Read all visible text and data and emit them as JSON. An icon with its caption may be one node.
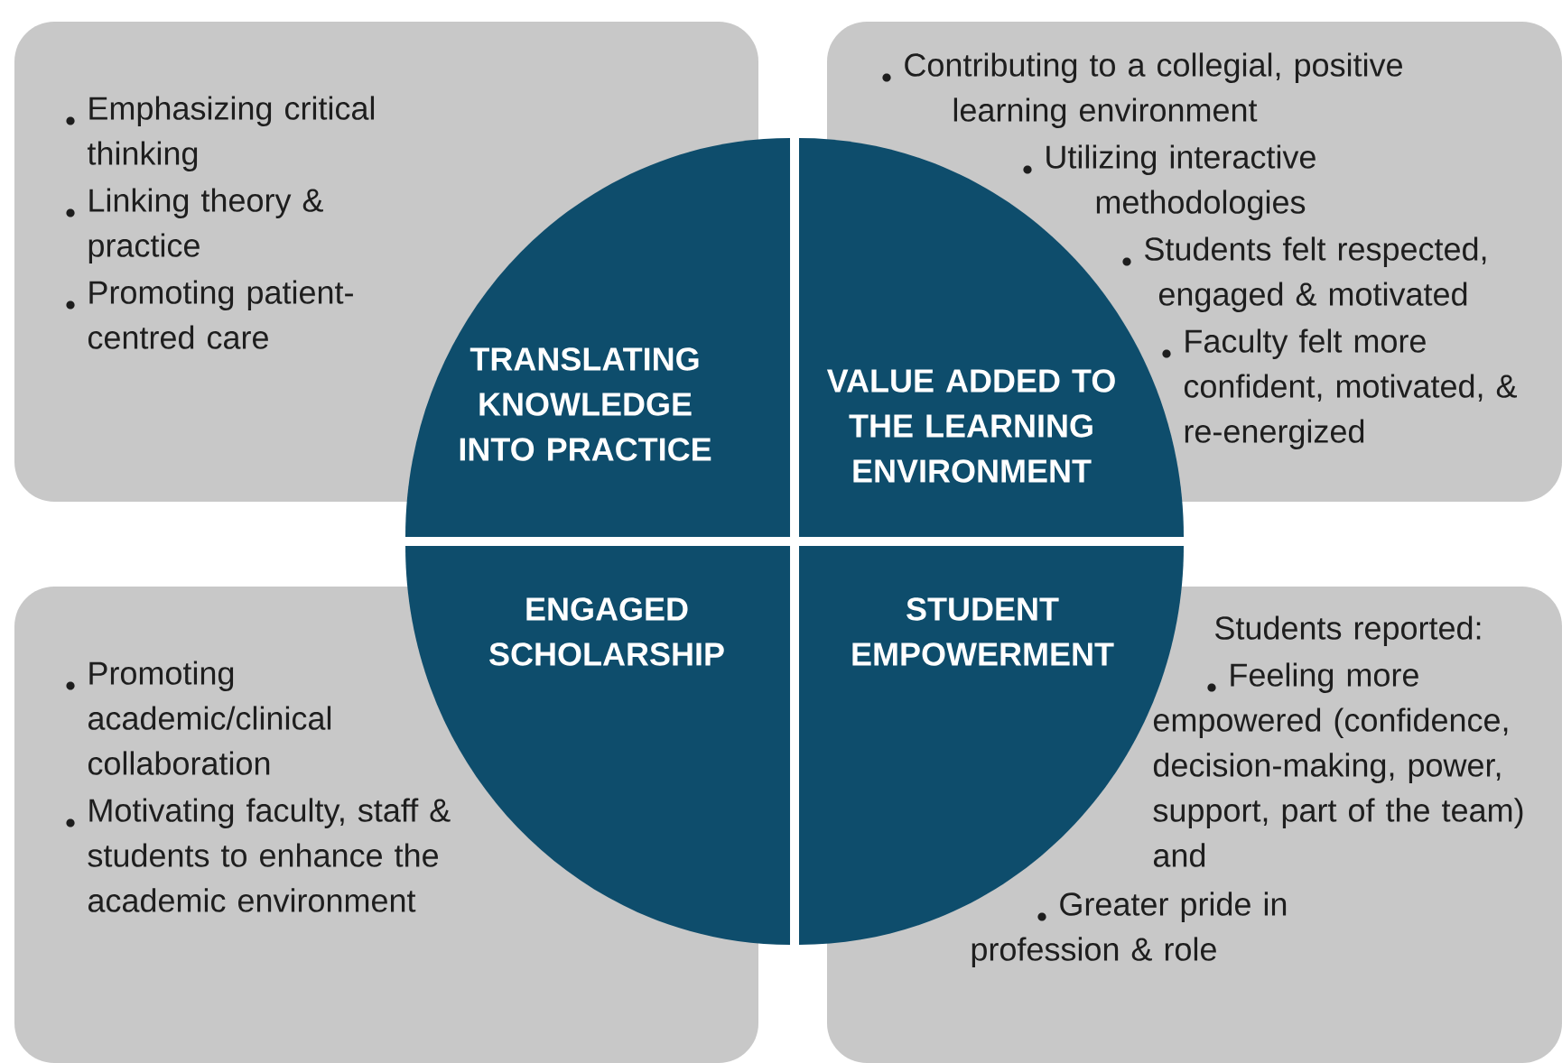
{
  "diagram": {
    "nodes": [
      {
        "text": [
          "Emphasizing critical thinking",
          "Linking theory & practice",
          "Promoting patient-centred care"
        ]
      },
      {
        "text": [
          "Contributing to a collegial, positive learning environment",
          "Utilizing interactive methodologies",
          "Students felt respected, engaged & motivated",
          "Faculty felt more confident, motivated, & re-energized"
        ]
      },
      {
        "text": [
          "Promoting academic/clinical collaboration",
          "Motivating faculty, staff & students to enhance the academic environment"
        ]
      },
      {
        "text": [
          "Students reported:",
          "Feeling more empowered (confidence, decision-making, power, support, part of the team) and",
          "Greater pride in profession & role"
        ]
      },
      {
        "text": [
          "TRANSLATING KNOWLEDGE INTO PRACTICE"
        ]
      },
      {
        "text": [
          "VALUE ADDED TO THE LEARNING ENVIRONMENT"
        ]
      },
      {
        "text": [
          "ENGAGED SCHOLARSHIP"
        ]
      },
      {
        "text": [
          "STUDENT EMPOWERMENT"
        ]
      }
    ]
  }
}
